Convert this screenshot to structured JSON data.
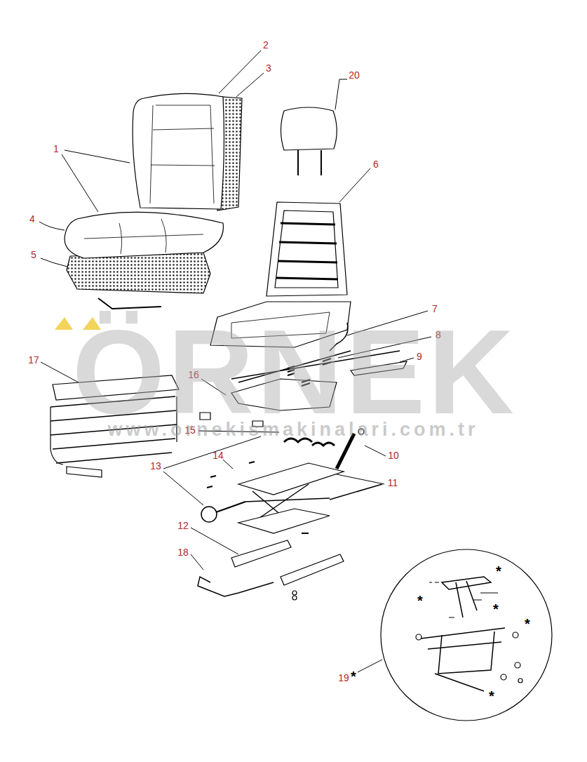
{
  "diagram": {
    "labels": [
      "1",
      "2",
      "3",
      "20",
      "6",
      "4",
      "5",
      "7",
      "8",
      "9",
      "17",
      "16",
      "15",
      "10",
      "13",
      "14",
      "11",
      "12",
      "18",
      "19",
      "*",
      "*",
      "*",
      "*",
      "*",
      "*",
      "ÖRNEK",
      "www.ornekismakinalari.com.tr"
    ]
  }
}
